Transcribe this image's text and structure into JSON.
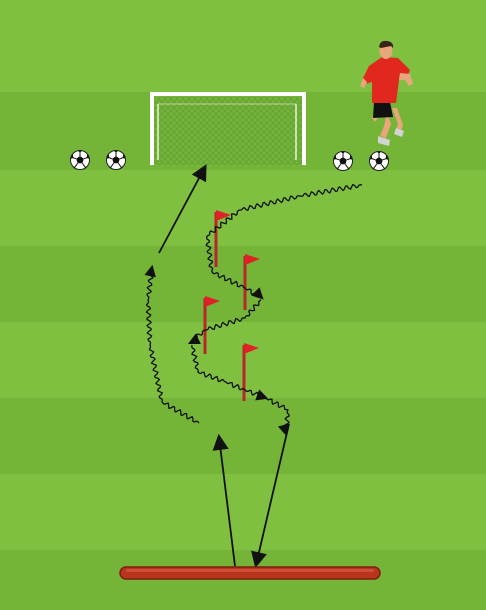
{
  "colors": {
    "grass_light": "#7fc040",
    "grass_dark": "#74b437",
    "goal_frame": "#ffffff",
    "goal_net": "#6fa646",
    "flag_pole": "#b8262b",
    "flag": "#e02128",
    "arrow": "#111111",
    "line_marker": "#b8341c",
    "line_marker_edge": "#7d1e0e",
    "player_shirt": "#e0281e",
    "player_shorts": "#111111",
    "player_skin": "#e7a77a",
    "ball": "#ffffff"
  },
  "elements": {
    "goal": "goal-net",
    "flags": [
      "flag",
      "flag",
      "flag",
      "flag"
    ],
    "balls": [
      "soccer-ball",
      "soccer-ball",
      "soccer-ball",
      "soccer-ball"
    ],
    "player": "player-running",
    "start_line": "start-line-marker"
  }
}
